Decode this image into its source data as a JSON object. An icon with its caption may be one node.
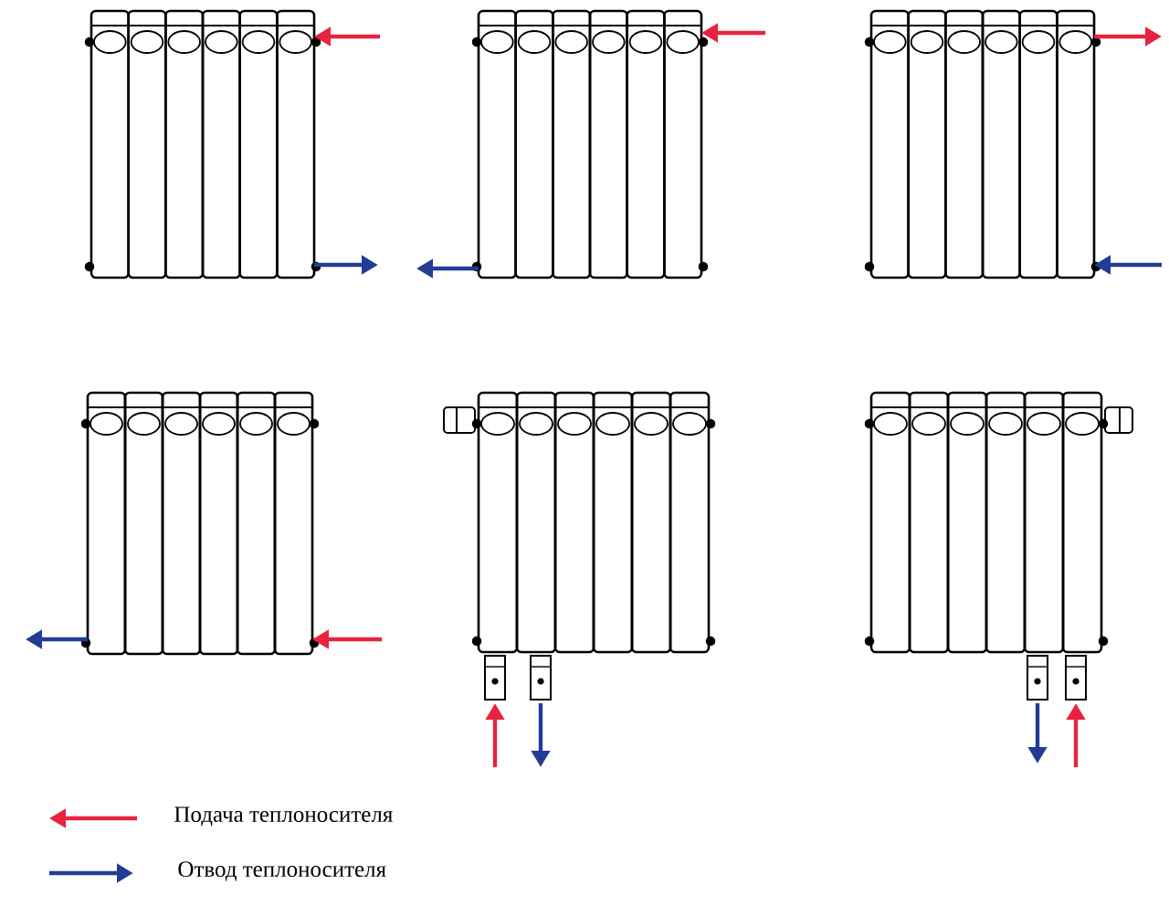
{
  "diagram": {
    "nodes": [
      {
        "text": [],
        "shape": "picture"
      },
      {
        "text": [],
        "shape": "picture"
      },
      {
        "text": [],
        "shape": "picture"
      },
      {
        "text": [],
        "shape": "picture"
      },
      {
        "text": [],
        "shape": "picture"
      },
      {
        "text": [],
        "shape": "picture"
      }
    ],
    "edges": [
      {
        "from": null,
        "to": 0,
        "arrow": "to",
        "color": "#e8233f"
      },
      {
        "from": 0,
        "to": null,
        "arrow": "to",
        "color": "#223c96"
      },
      {
        "from": null,
        "to": 1,
        "arrow": "to",
        "color": "#e8233f"
      },
      {
        "from": 1,
        "to": null,
        "arrow": "to",
        "color": "#223c96"
      },
      {
        "from": 2,
        "to": null,
        "arrow": "to",
        "color": "#e8233f"
      },
      {
        "from": null,
        "to": 2,
        "arrow": "to",
        "color": "#223c96"
      },
      {
        "from": 3,
        "to": null,
        "arrow": "to",
        "color": "#223c96"
      },
      {
        "from": null,
        "to": 3,
        "arrow": "to",
        "color": "#e8233f"
      },
      {
        "from": null,
        "to": 4,
        "arrow": "to",
        "color": "#e8233f"
      },
      {
        "from": 4,
        "to": null,
        "arrow": "to",
        "color": "#223c96"
      },
      {
        "from": 5,
        "to": null,
        "arrow": "to",
        "color": "#223c96"
      },
      {
        "from": null,
        "to": 5,
        "arrow": "to",
        "color": "#e8233f"
      }
    ],
    "legend": [
      {
        "text": "Подача теплоносителя"
      },
      {
        "text": "Отвод теплоносителя"
      }
    ]
  }
}
